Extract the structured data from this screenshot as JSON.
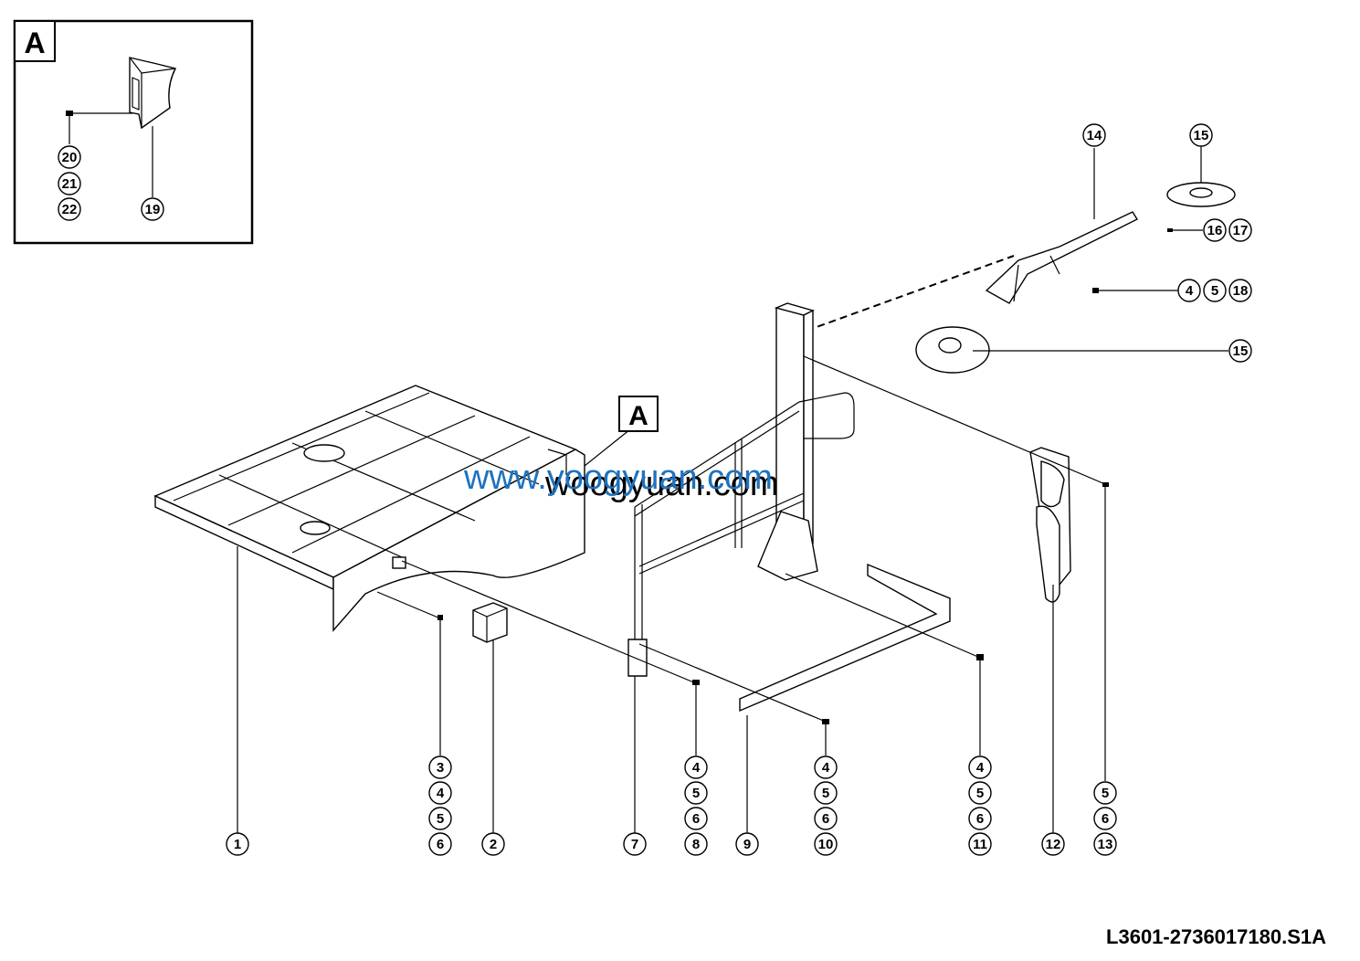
{
  "inset": {
    "label": "A",
    "callouts": [
      "20",
      "21",
      "22",
      "19"
    ]
  },
  "view_marker": {
    "label": "A"
  },
  "callouts": {
    "c1": "1",
    "c2": "2",
    "c3a": "3",
    "c3b": "4",
    "c3c": "5",
    "c3d": "6",
    "c7": "7",
    "c8a": "4",
    "c8b": "5",
    "c8c": "6",
    "c8d": "8",
    "c9": "9",
    "c10a": "4",
    "c10b": "5",
    "c10c": "6",
    "c10d": "10",
    "c11a": "4",
    "c11b": "5",
    "c11c": "6",
    "c11d": "11",
    "c12": "12",
    "c13a": "5",
    "c13b": "6",
    "c13c": "13",
    "c14": "14",
    "c15top": "15",
    "c16": "16",
    "c17": "17",
    "c18a": "4",
    "c18b": "5",
    "c18c": "18",
    "c15mid": "15"
  },
  "watermark": {
    "blue": "www.yoogyuan.com",
    "black": "woogyuan.com"
  },
  "drawing_number": "L3601-2736017180.S1A"
}
